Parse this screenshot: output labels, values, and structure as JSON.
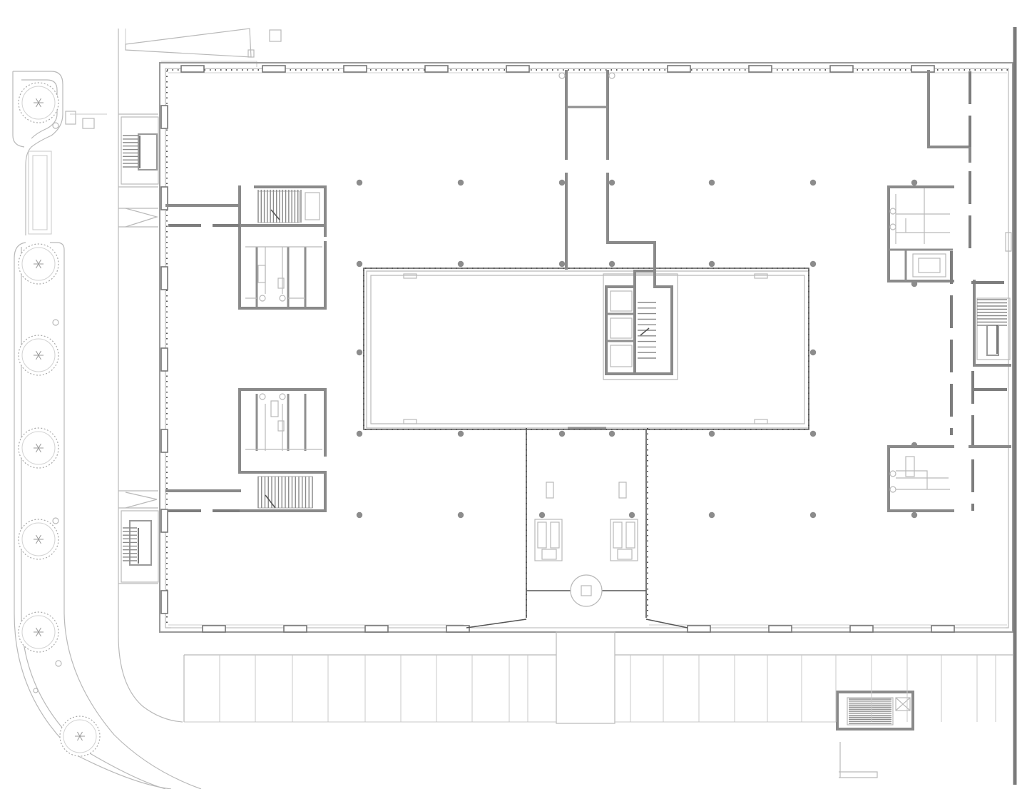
{
  "drawing": {
    "kind": "architectural floor plan",
    "line_color": "#8a8a8a",
    "background": "#ffffff",
    "counts": {
      "columns": 30,
      "trees": 7,
      "stair_cores": 8,
      "parking_bays": 22
    }
  }
}
